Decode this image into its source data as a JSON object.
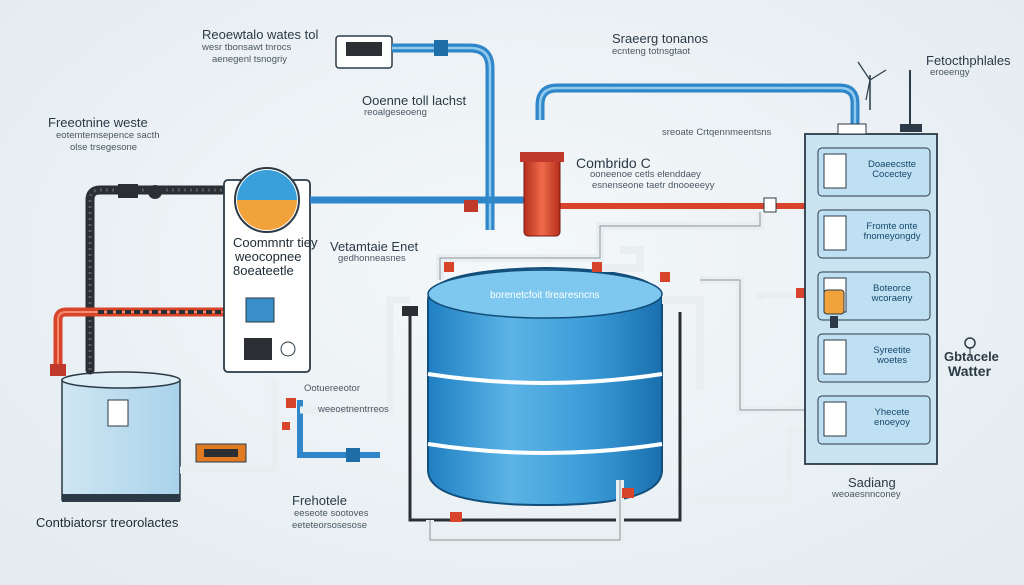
{
  "labels": {
    "top_left_title": "Reoewtalo wates tol",
    "top_left_sub1": "wesr tbonsawt tnrocs",
    "top_left_sub2": "aenegenl tsnogriy",
    "left_title": "Freeotnine weste",
    "left_sub1": "eotemtemsepence sacth",
    "left_sub2": "olse trsegesone",
    "pump_title": "Ooenne toll lachst",
    "pump_sub": "reoalgeseoeng",
    "top_center_title": "Sraeerg tonanos",
    "top_center_sub": "ecnteng totnsgtaot",
    "mid_note": "sreoate Crtqennmeentsns",
    "combo_title": "Combrido C",
    "combo_sub1": "ooneenoe cetls elenddaey",
    "combo_sub2": "esnenseone taetr dnooeeeyy",
    "top_right_title": "Fetocthphlales",
    "top_right_sub": "eroeengy",
    "heater_t1": "Coommntr tiey",
    "heater_t2": "weocopnee",
    "heater_t3": "8oeateetle",
    "vent_title": "Vetamtaie Enet",
    "vent_sub": "gedhonneasnes",
    "tank_label": "borenetcfoit tlrearesncns",
    "valve_label": "Ootuereeotor",
    "pipe_label": "weeoetnentrreos",
    "bottom_left_title": "Contbiatorsr treorolactes",
    "bottom_mid_title": "Frehotele",
    "bottom_mid_sub1": "eeseote sootoves",
    "bottom_mid_sub2": "eeteteorsosesose",
    "bottom_right_title": "Sadiang",
    "bottom_right_sub": "weoaesnnconey",
    "side_title": "Gbtacele",
    "side_sub": "Watter"
  },
  "panels": [
    {
      "line1": "Doaeecstte",
      "line2": "Cocectey"
    },
    {
      "line1": "Fromte onte",
      "line2": "fnomeyongdy"
    },
    {
      "line1": "Boteorce",
      "line2": "wcoraeny"
    },
    {
      "line1": "Syreetite",
      "line2": "woetes"
    },
    {
      "line1": "Yhecete",
      "line2": "enoeyoy"
    }
  ],
  "colors": {
    "pipe_blue": "#2f86c8",
    "pipe_red": "#d8432c",
    "pipe_dark": "#2b2f33",
    "tank_blue": "#3f9fd8",
    "panel_blue": "#bfe0f3",
    "accent_orange": "#e07b22"
  }
}
